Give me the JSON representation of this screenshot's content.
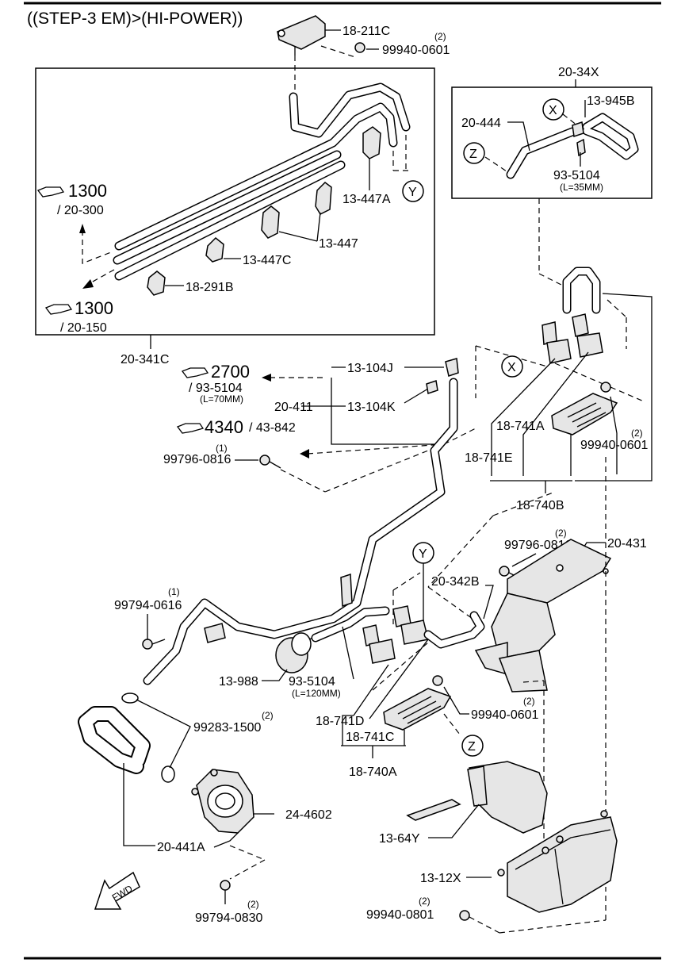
{
  "header": "((STEP-3 EM)>(HI-POWER))",
  "callouts": {
    "c1300a": "1300",
    "c1300a_sub": "/ 20-300",
    "c1300b": "1300",
    "c1300b_sub": "/ 20-150",
    "c2700": "2700",
    "c2700_sub": "/ 93-5104",
    "c2700_note": "(L=70MM)",
    "c4340": "4340",
    "c4340_sub": "/ 43-842"
  },
  "markers": {
    "x": "X",
    "y": "Y",
    "z": "Z"
  },
  "labels": {
    "p18_211C": "18-211C",
    "p99940_0601_a": "99940-0601",
    "q2_a": "(2)",
    "p13_447A": "13-447A",
    "p13_447": "13-447",
    "p13_447C": "13-447C",
    "p18_291B": "18-291B",
    "p20_341C": "20-341C",
    "p20_34X": "20-34X",
    "p13_945B": "13-945B",
    "p20_444": "20-444",
    "p93_5104_a": "93-5104",
    "l35": "(L=35MM)",
    "p13_104J": "13-104J",
    "p20_411": "20-411",
    "p13_104K": "13-104K",
    "p99796_0816_a": "99796-0816",
    "q1_a": "(1)",
    "p18_741A": "18-741A",
    "p18_741E": "18-741E",
    "p99940_0601_b": "99940-0601",
    "q2_b": "(2)",
    "p18_740B": "18-740B",
    "p99796_0816_b": "99796-0816",
    "q2_c": "(2)",
    "p20_431": "20-431",
    "p20_342B": "20-342B",
    "p99794_0616": "99794-0616",
    "q1_b": "(1)",
    "p13_988": "13-988",
    "p93_5104_b": "93-5104",
    "l120": "(L=120MM)",
    "p99283_1500": "99283-1500",
    "q2_d": "(2)",
    "p18_741D": "18-741D",
    "p18_741C": "18-741C",
    "p18_740A": "18-740A",
    "p99940_0601_c": "99940-0601",
    "q2_e": "(2)",
    "p24_4602": "24-4602",
    "p20_441A": "20-441A",
    "p13_64Y": "13-64Y",
    "p13_12X": "13-12X",
    "p99794_0830": "99794-0830",
    "q2_f": "(2)",
    "p99940_0801": "99940-0801",
    "q2_g": "(2)",
    "fwd": "FWD"
  }
}
